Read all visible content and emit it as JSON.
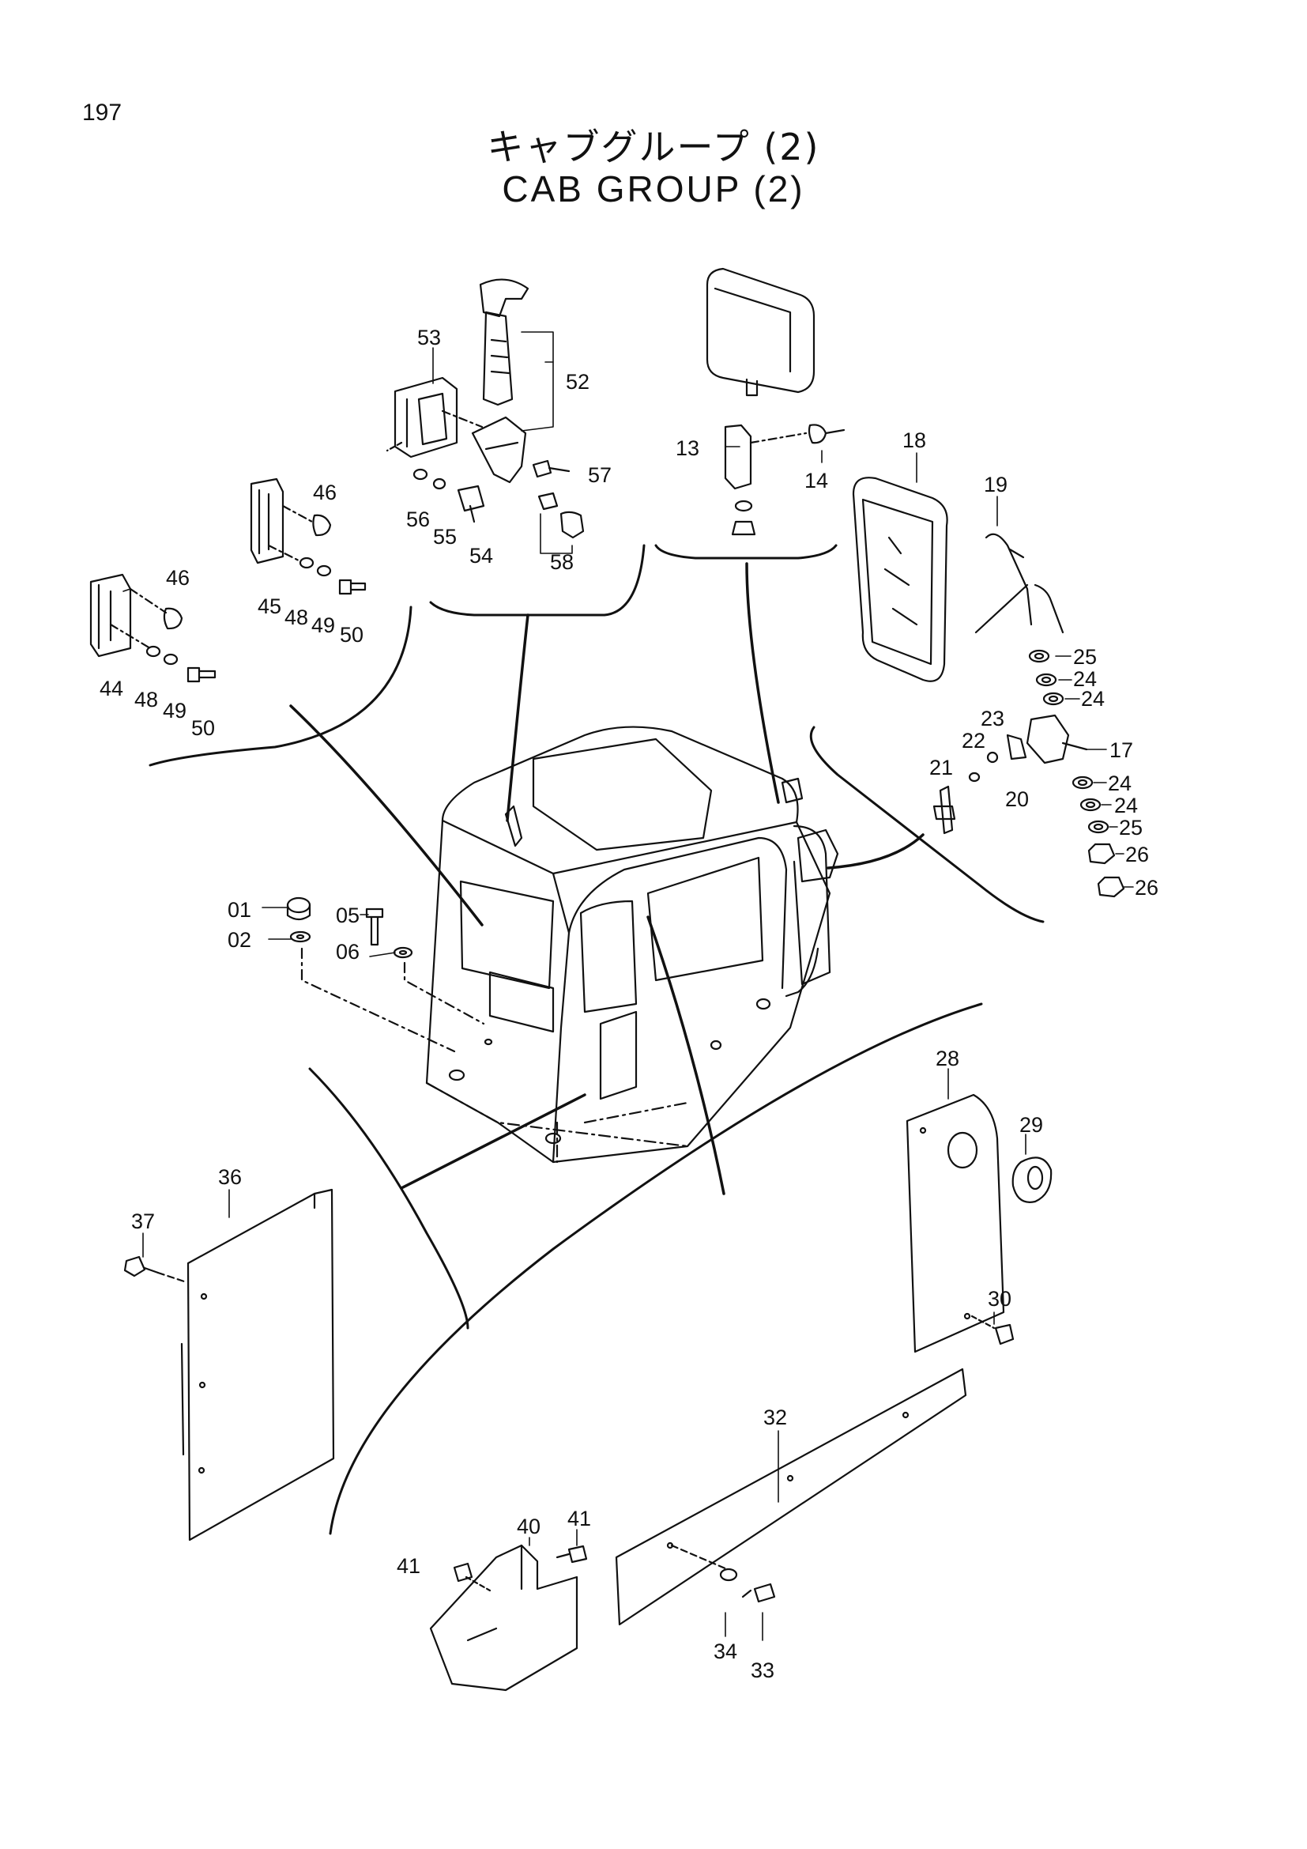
{
  "page_number": "197",
  "title_jp": "キャブグループ (2)",
  "title_en": "CAB GROUP (2)",
  "callouts": {
    "p01": "01",
    "p02": "02",
    "p05": "05",
    "p06": "06",
    "p13": "13",
    "p14": "14",
    "p17": "17",
    "p18": "18",
    "p19": "19",
    "p20": "20",
    "p21": "21",
    "p22": "22",
    "p23": "23",
    "p24a": "24",
    "p24b": "24",
    "p24c": "24",
    "p24d": "24",
    "p25a": "25",
    "p25b": "25",
    "p26a": "26",
    "p26b": "26",
    "p28": "28",
    "p29": "29",
    "p30": "30",
    "p32": "32",
    "p33": "33",
    "p34": "34",
    "p36": "36",
    "p37": "37",
    "p40": "40",
    "p41a": "41",
    "p41b": "41",
    "p44": "44",
    "p45": "45",
    "p46a": "46",
    "p46b": "46",
    "p48a": "48",
    "p48b": "48",
    "p49a": "49",
    "p49b": "49",
    "p50a": "50",
    "p50b": "50",
    "p52": "52",
    "p53": "53",
    "p54": "54",
    "p55": "55",
    "p56": "56",
    "p57": "57",
    "p58": "58"
  },
  "colors": {
    "ink": "#111111",
    "paper": "#ffffff"
  }
}
